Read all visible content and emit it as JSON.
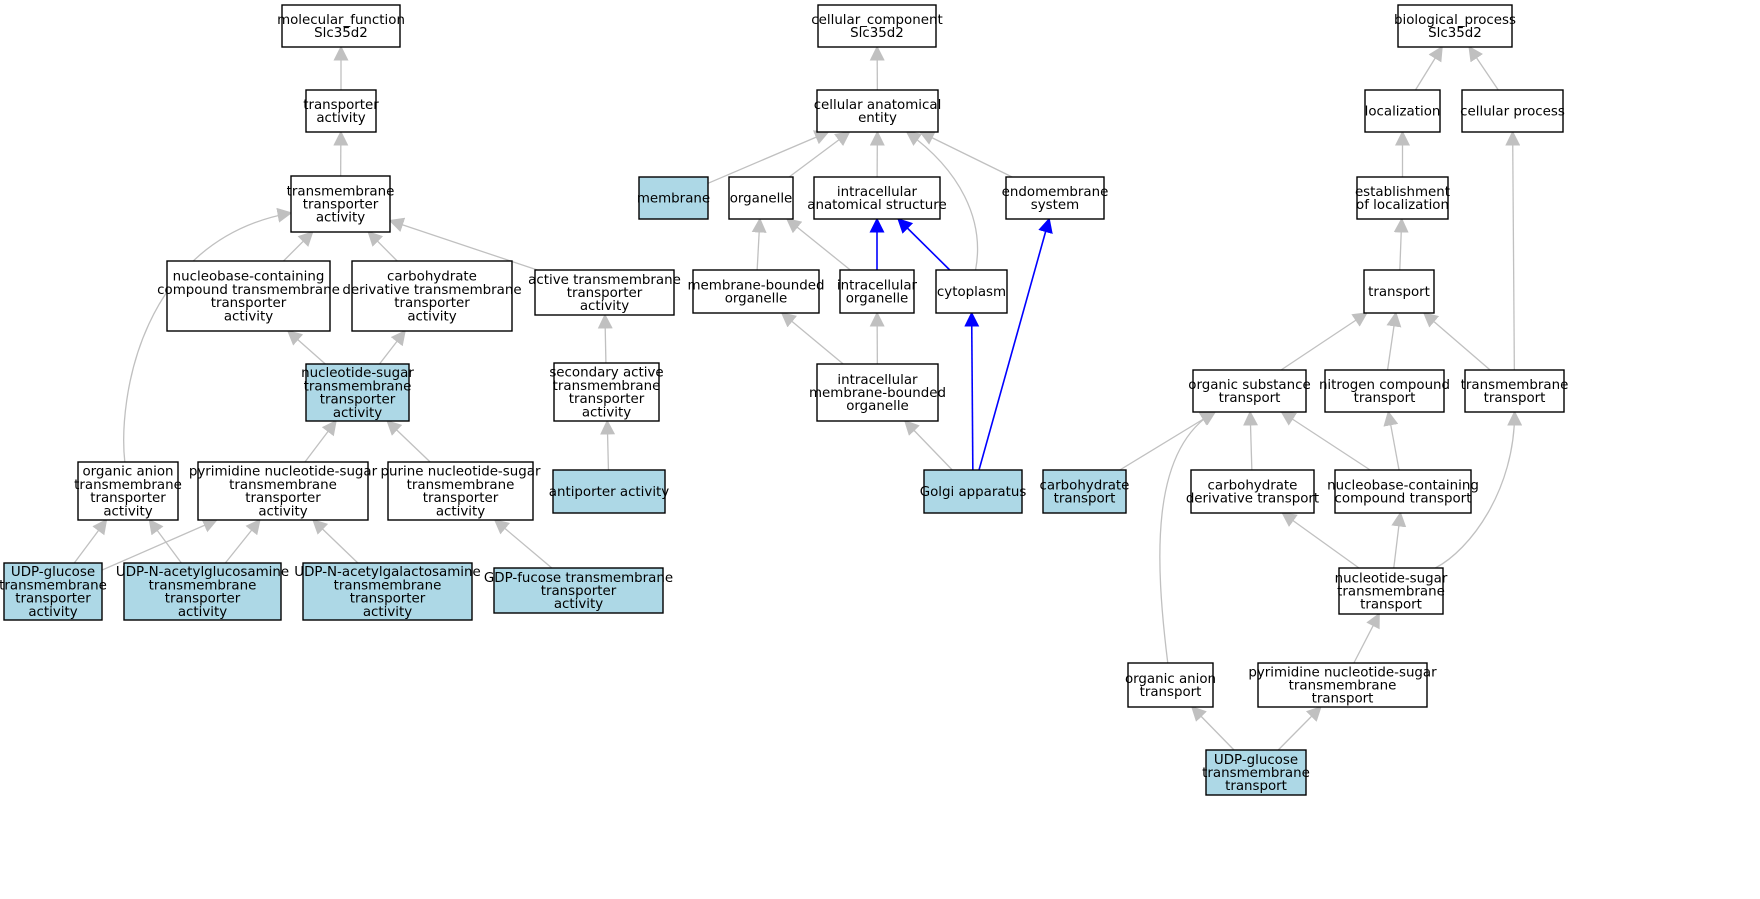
{
  "colors": {
    "plain_fill": "#ffffff",
    "highlight_fill": "#add8e6",
    "plain_edge": "#c0c0c0",
    "highlight_edge": "#0000ff",
    "border": "#000000"
  },
  "nodes": {
    "mf_root": {
      "lines": [
        "molecular_function",
        "Slc35d2"
      ],
      "highlight": false
    },
    "mf_ta": {
      "lines": [
        "transporter",
        "activity"
      ],
      "highlight": false
    },
    "mf_tmta": {
      "lines": [
        "transmembrane",
        "transporter",
        "activity"
      ],
      "highlight": false
    },
    "mf_nbc": {
      "lines": [
        "nucleobase-containing",
        "compound transmembrane",
        "transporter",
        "activity"
      ],
      "highlight": false
    },
    "mf_cd": {
      "lines": [
        "carbohydrate",
        "derivative transmembrane",
        "transporter",
        "activity"
      ],
      "highlight": false
    },
    "mf_act": {
      "lines": [
        "active transmembrane",
        "transporter",
        "activity"
      ],
      "highlight": false
    },
    "mf_ns": {
      "lines": [
        "nucleotide-sugar",
        "transmembrane",
        "transporter",
        "activity"
      ],
      "highlight": true
    },
    "mf_sec": {
      "lines": [
        "secondary active",
        "transmembrane",
        "transporter",
        "activity"
      ],
      "highlight": false
    },
    "mf_oa": {
      "lines": [
        "organic anion",
        "transmembrane",
        "transporter",
        "activity"
      ],
      "highlight": false
    },
    "mf_pyr": {
      "lines": [
        "pyrimidine nucleotide-sugar",
        "transmembrane",
        "transporter",
        "activity"
      ],
      "highlight": false
    },
    "mf_pur": {
      "lines": [
        "purine nucleotide-sugar",
        "transmembrane",
        "transporter",
        "activity"
      ],
      "highlight": false
    },
    "mf_anti": {
      "lines": [
        "antiporter activity"
      ],
      "highlight": true
    },
    "mf_udpg": {
      "lines": [
        "UDP-glucose",
        "transmembrane",
        "transporter",
        "activity"
      ],
      "highlight": true
    },
    "mf_udpnag": {
      "lines": [
        "UDP-N-acetylglucosamine",
        "transmembrane",
        "transporter",
        "activity"
      ],
      "highlight": true
    },
    "mf_udpnal": {
      "lines": [
        "UDP-N-acetylgalactosamine",
        "transmembrane",
        "transporter",
        "activity"
      ],
      "highlight": true
    },
    "mf_gdp": {
      "lines": [
        "GDP-fucose transmembrane",
        "transporter",
        "activity"
      ],
      "highlight": true
    },
    "cc_root": {
      "lines": [
        "cellular_component",
        "Slc35d2"
      ],
      "highlight": false
    },
    "cc_cae": {
      "lines": [
        "cellular anatomical",
        "entity"
      ],
      "highlight": false
    },
    "cc_mem": {
      "lines": [
        "membrane"
      ],
      "highlight": true
    },
    "cc_org": {
      "lines": [
        "organelle"
      ],
      "highlight": false
    },
    "cc_ias": {
      "lines": [
        "intracellular",
        "anatomical structure"
      ],
      "highlight": false
    },
    "cc_endo": {
      "lines": [
        "endomembrane",
        "system"
      ],
      "highlight": false
    },
    "cc_mbo": {
      "lines": [
        "membrane-bounded",
        "organelle"
      ],
      "highlight": false
    },
    "cc_io": {
      "lines": [
        "intracellular",
        "organelle"
      ],
      "highlight": false
    },
    "cc_cyto": {
      "lines": [
        "cytoplasm"
      ],
      "highlight": false
    },
    "cc_imbo": {
      "lines": [
        "intracellular",
        "membrane-bounded",
        "organelle"
      ],
      "highlight": false
    },
    "cc_golgi": {
      "lines": [
        "Golgi apparatus"
      ],
      "highlight": true
    },
    "bp_root": {
      "lines": [
        "biological_process",
        "Slc35d2"
      ],
      "highlight": false
    },
    "bp_loc": {
      "lines": [
        "localization"
      ],
      "highlight": false
    },
    "bp_cp": {
      "lines": [
        "cellular process"
      ],
      "highlight": false
    },
    "bp_eol": {
      "lines": [
        "establishment",
        "of localization"
      ],
      "highlight": false
    },
    "bp_tr": {
      "lines": [
        "transport"
      ],
      "highlight": false
    },
    "bp_ost": {
      "lines": [
        "organic substance",
        "transport"
      ],
      "highlight": false
    },
    "bp_nct": {
      "lines": [
        "nitrogen compound",
        "transport"
      ],
      "highlight": false
    },
    "bp_tmt": {
      "lines": [
        "transmembrane",
        "transport"
      ],
      "highlight": false
    },
    "bp_carb": {
      "lines": [
        "carbohydrate",
        "transport"
      ],
      "highlight": true
    },
    "bp_cdt": {
      "lines": [
        "carbohydrate",
        "derivative transport"
      ],
      "highlight": false
    },
    "bp_nbct": {
      "lines": [
        "nucleobase-containing",
        "compound transport"
      ],
      "highlight": false
    },
    "bp_nst": {
      "lines": [
        "nucleotide-sugar",
        "transmembrane",
        "transport"
      ],
      "highlight": false
    },
    "bp_oat": {
      "lines": [
        "organic anion",
        "transport"
      ],
      "highlight": false
    },
    "bp_pyrt": {
      "lines": [
        "pyrimidine nucleotide-sugar",
        "transmembrane",
        "transport"
      ],
      "highlight": false
    },
    "bp_udpgt": {
      "lines": [
        "UDP-glucose",
        "transmembrane",
        "transport"
      ],
      "highlight": true
    }
  },
  "edges": [
    {
      "from": "mf_ta",
      "to": "mf_root"
    },
    {
      "from": "mf_tmta",
      "to": "mf_ta"
    },
    {
      "from": "mf_nbc",
      "to": "mf_tmta"
    },
    {
      "from": "mf_cd",
      "to": "mf_tmta"
    },
    {
      "from": "mf_act",
      "to": "mf_tmta"
    },
    {
      "from": "mf_oa",
      "to": "mf_tmta"
    },
    {
      "from": "mf_ns",
      "to": "mf_nbc"
    },
    {
      "from": "mf_ns",
      "to": "mf_cd"
    },
    {
      "from": "mf_sec",
      "to": "mf_act"
    },
    {
      "from": "mf_anti",
      "to": "mf_sec"
    },
    {
      "from": "mf_pyr",
      "to": "mf_ns"
    },
    {
      "from": "mf_pur",
      "to": "mf_ns"
    },
    {
      "from": "mf_udpg",
      "to": "mf_oa"
    },
    {
      "from": "mf_udpg",
      "to": "mf_pyr"
    },
    {
      "from": "mf_udpnag",
      "to": "mf_oa"
    },
    {
      "from": "mf_udpnag",
      "to": "mf_pyr"
    },
    {
      "from": "mf_udpnal",
      "to": "mf_pyr"
    },
    {
      "from": "mf_gdp",
      "to": "mf_pur"
    },
    {
      "from": "cc_cae",
      "to": "cc_root"
    },
    {
      "from": "cc_mem",
      "to": "cc_cae"
    },
    {
      "from": "cc_org",
      "to": "cc_cae"
    },
    {
      "from": "cc_ias",
      "to": "cc_cae"
    },
    {
      "from": "cc_endo",
      "to": "cc_cae"
    },
    {
      "from": "cc_cyto",
      "to": "cc_cae"
    },
    {
      "from": "cc_mbo",
      "to": "cc_org"
    },
    {
      "from": "cc_io",
      "to": "cc_org"
    },
    {
      "from": "cc_io",
      "to": "cc_ias",
      "highlight": true
    },
    {
      "from": "cc_cyto",
      "to": "cc_ias",
      "highlight": true
    },
    {
      "from": "cc_imbo",
      "to": "cc_mbo"
    },
    {
      "from": "cc_imbo",
      "to": "cc_io"
    },
    {
      "from": "cc_golgi",
      "to": "cc_imbo"
    },
    {
      "from": "cc_golgi",
      "to": "cc_cyto",
      "highlight": true
    },
    {
      "from": "cc_golgi",
      "to": "cc_endo",
      "highlight": true
    },
    {
      "from": "bp_loc",
      "to": "bp_root"
    },
    {
      "from": "bp_cp",
      "to": "bp_root"
    },
    {
      "from": "bp_eol",
      "to": "bp_loc"
    },
    {
      "from": "bp_tr",
      "to": "bp_eol"
    },
    {
      "from": "bp_ost",
      "to": "bp_tr"
    },
    {
      "from": "bp_nct",
      "to": "bp_tr"
    },
    {
      "from": "bp_tmt",
      "to": "bp_tr"
    },
    {
      "from": "bp_tmt",
      "to": "bp_cp"
    },
    {
      "from": "bp_carb",
      "to": "bp_ost"
    },
    {
      "from": "bp_cdt",
      "to": "bp_ost"
    },
    {
      "from": "bp_nbct",
      "to": "bp_ost"
    },
    {
      "from": "bp_nbct",
      "to": "bp_nct"
    },
    {
      "from": "bp_oat",
      "to": "bp_ost"
    },
    {
      "from": "bp_nst",
      "to": "bp_cdt"
    },
    {
      "from": "bp_nst",
      "to": "bp_nbct"
    },
    {
      "from": "bp_nst",
      "to": "bp_tmt"
    },
    {
      "from": "bp_pyrt",
      "to": "bp_nst"
    },
    {
      "from": "bp_udpgt",
      "to": "bp_oat"
    },
    {
      "from": "bp_udpgt",
      "to": "bp_pyrt"
    }
  ]
}
